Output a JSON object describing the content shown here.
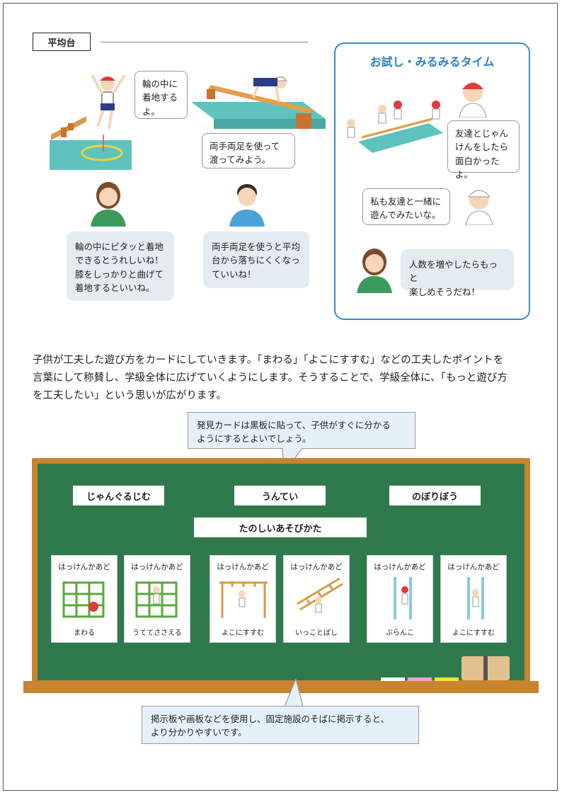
{
  "section": {
    "label": "平均台"
  },
  "left_bubbles": {
    "child_1": "輪の中に\n着地する\nよ。",
    "child_2": "両手両足を使って\n渡ってみよう。",
    "teacher_1": "輪の中にピタッと着地\nできるとうれしいね！\n膝をしっかりと曲げて\n着地するといいね。",
    "teacher_2": "両手両足を使うと平均\n台から落ちにくくなっ\nていいね！"
  },
  "trial": {
    "title": "お試し・みるみるタイム",
    "child_1": "友達とじゃん\nけんをしたら\n面白かったよ。",
    "child_2": "私も友達と一緒に\n遊んでみたいな。",
    "teacher": "人数を増やしたらもっと\n楽しめそうだね！"
  },
  "body_text": "子供が工夫した遊び方をカードにしていきます。「まわる」「よこにすすむ」などの工夫したポイントを\n言葉にして称賛し、学級全体に広げていくようにします。そうすることで、学級全体に、「もっと遊び方\nを工夫したい」という思いが広がります。",
  "callouts": {
    "top": "発見カードは黒板に貼って、子供がすぐに分かる\nようにするとよいでしょう。",
    "bottom": "掲示板や画板などを使用し、固定施設のそばに掲示すると、\nより分かりやすいです。"
  },
  "board": {
    "labels": [
      "じゃんぐるじむ",
      "うんてい",
      "のぼりぼう"
    ],
    "center_label": "たのしいあそびかた",
    "cards": [
      {
        "title": "はっけんかあど",
        "caption": "まわる"
      },
      {
        "title": "はっけんかあど",
        "caption": "うててささえる"
      },
      {
        "title": "はっけんかあど",
        "caption": "よこにすすむ"
      },
      {
        "title": "はっけんかあど",
        "caption": "いっことばし"
      },
      {
        "title": "はっけんかあど",
        "caption": "ぶらんこ"
      },
      {
        "title": "はっけんかあど",
        "caption": "よこにすすむ"
      }
    ]
  },
  "colors": {
    "accent_blue": "#3a8ad0",
    "board_green": "#2f7a4d",
    "board_frame": "#c8842f",
    "mat": "#5ec3bd",
    "beam": "#d99a4a"
  }
}
